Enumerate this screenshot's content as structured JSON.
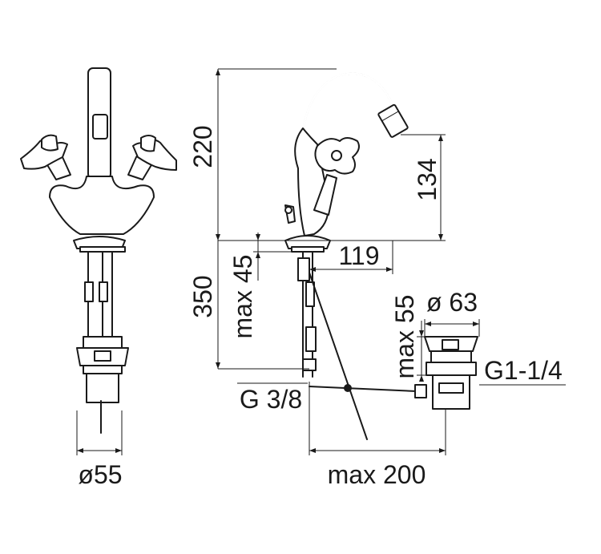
{
  "dimensions": {
    "diameter_base": "ø55",
    "spout_height": "220",
    "outlet_height": "134",
    "below_deck": "350",
    "max_thickness": "max 45",
    "reach": "119",
    "waste_height": "max 55",
    "waste_diameter": "ø 63",
    "waste_thread": "G1-1/4",
    "supply_thread": "G 3/8",
    "rod_length": "max 200"
  },
  "colors": {
    "line": "#1a1a1a",
    "background": "#ffffff"
  }
}
